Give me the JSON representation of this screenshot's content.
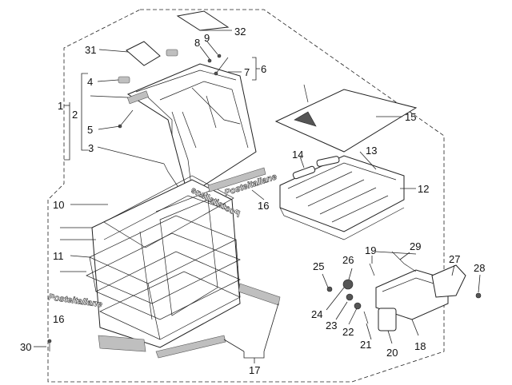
{
  "labels": {
    "l1": "1",
    "l2": "2",
    "l3": "3",
    "l4": "4",
    "l5": "5",
    "l6": "6",
    "l7": "7",
    "l8": "8",
    "l9": "9",
    "l10": "10",
    "l11": "11",
    "l12": "12",
    "l13": "13",
    "l14": "14",
    "l15": "15",
    "l16a": "16",
    "l16b": "16",
    "l17": "17",
    "l18": "18",
    "l19": "19",
    "l20": "20",
    "l21": "21",
    "l22": "22",
    "l23": "23",
    "l24": "24",
    "l25": "25",
    "l26": "26",
    "l27": "27",
    "l28": "28",
    "l29": "29",
    "l30": "30",
    "l31": "31",
    "l32": "32"
  },
  "decals": {
    "decal_a": "Posteitaliane",
    "decal_b": "Posteitaliane",
    "decal_c": "Posteitaliane"
  }
}
